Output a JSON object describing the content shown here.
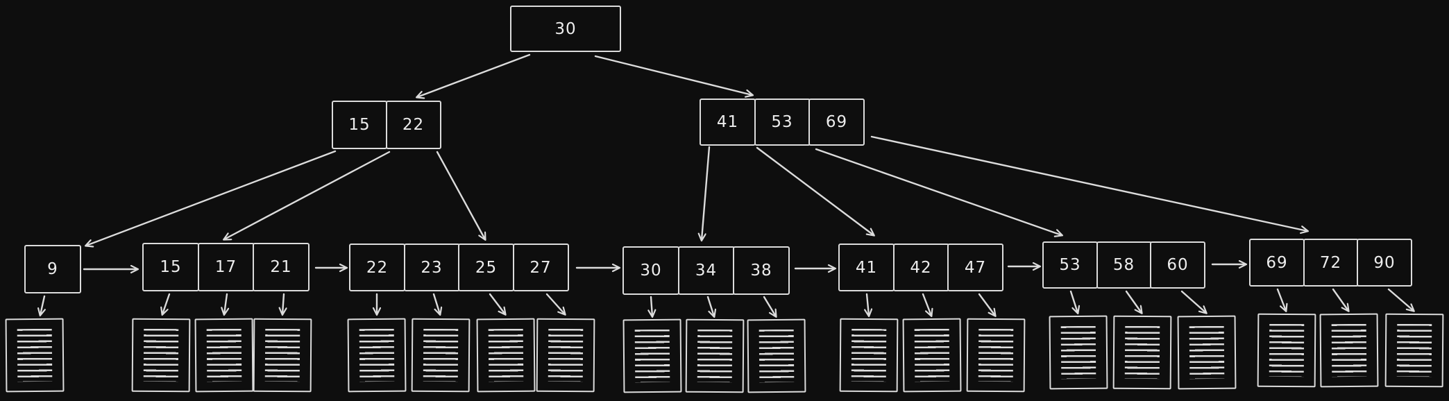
{
  "colors": {
    "background": "#0e0e0e",
    "stroke": "#dcdcdc",
    "text": "#ededed"
  },
  "tree": {
    "root": {
      "keys": [
        "30"
      ]
    },
    "internal_nodes": [
      {
        "keys": [
          "15",
          "22"
        ]
      },
      {
        "keys": [
          "41",
          "53",
          "69"
        ]
      }
    ],
    "leaf_nodes": [
      {
        "keys": [
          "9"
        ]
      },
      {
        "keys": [
          "15",
          "17",
          "21"
        ]
      },
      {
        "keys": [
          "22",
          "23",
          "25",
          "27"
        ]
      },
      {
        "keys": [
          "30",
          "34",
          "38"
        ]
      },
      {
        "keys": [
          "41",
          "42",
          "47"
        ]
      },
      {
        "keys": [
          "53",
          "58",
          "60"
        ]
      },
      {
        "keys": [
          "69",
          "72",
          "90"
        ]
      }
    ],
    "documents_per_leaf": [
      1,
      3,
      4,
      3,
      3,
      3,
      3
    ]
  }
}
